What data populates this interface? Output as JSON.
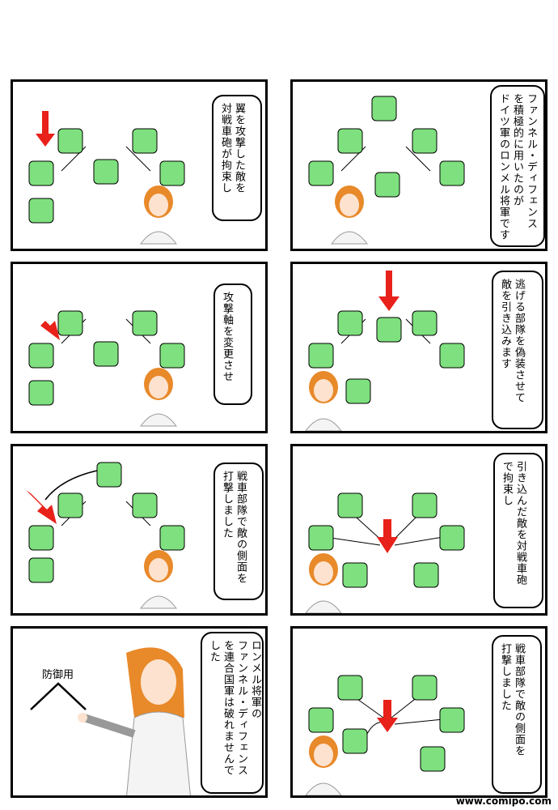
{
  "panels": {
    "p1": {
      "text": "ファンネル・ディフェンス\nを積極的に用いたのが\nドイツ軍のロンメル将軍です"
    },
    "p2": {
      "text": "翼を攻撃した敵を\n対戦車砲が拘束し"
    },
    "p3": {
      "text": "逃げる部隊を偽装させて\n敵を引き込みます"
    },
    "p4": {
      "text": "攻撃軸を変更させ"
    },
    "p5": {
      "text": "引き込んだ敵を対戦車砲\nで拘束し"
    },
    "p6": {
      "text": "戦車部隊で敵の側面を\n打撃しました"
    },
    "p7": {
      "text": "戦車部隊で敵の側面を\n打撃しました"
    },
    "p8": {
      "text": "ロンメル将軍の\nファンネル・ディフェンス\nを連合国軍は破れませんで\nした",
      "label": "防御用"
    }
  },
  "credit": "www.comipo.com",
  "colors": {
    "unit_green": "#7ee07e",
    "arrow_red": "#e8211a",
    "hair": "#e8892a"
  }
}
